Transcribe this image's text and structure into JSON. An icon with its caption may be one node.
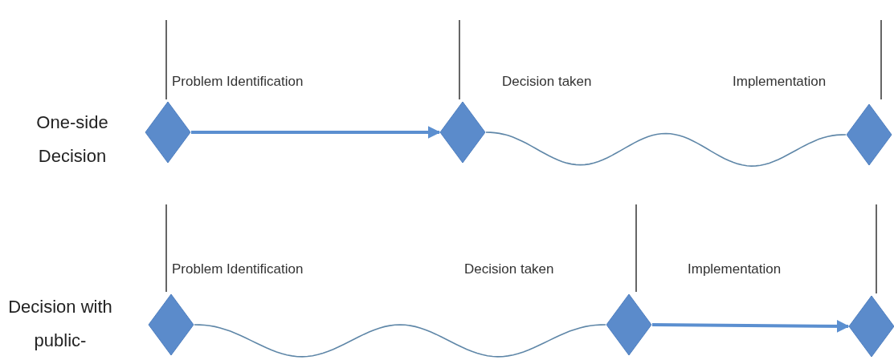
{
  "diagram": {
    "nodes": [
      {
        "text": [],
        "shape": "diamond"
      },
      {
        "text": [],
        "shape": "diamond"
      },
      {
        "text": [],
        "shape": "diamond"
      },
      {
        "text": [],
        "shape": "diamond"
      },
      {
        "text": [],
        "shape": "diamond"
      },
      {
        "text": [],
        "shape": "diamond"
      }
    ],
    "edges": [
      {
        "from": 0,
        "to": 1,
        "arrow": "to",
        "style": "thick"
      },
      {
        "from": 1,
        "to": 2,
        "arrow": "none"
      },
      {
        "from": 3,
        "to": 4,
        "arrow": "none"
      },
      {
        "from": 4,
        "to": 5,
        "arrow": "to",
        "style": "thick"
      }
    ],
    "labels": [
      "Problem Identification",
      "Decision taken",
      "Implementation",
      "One-side Decision",
      "Problem Identification",
      "Decision taken",
      "Implementation",
      "Decision with public-"
    ]
  }
}
